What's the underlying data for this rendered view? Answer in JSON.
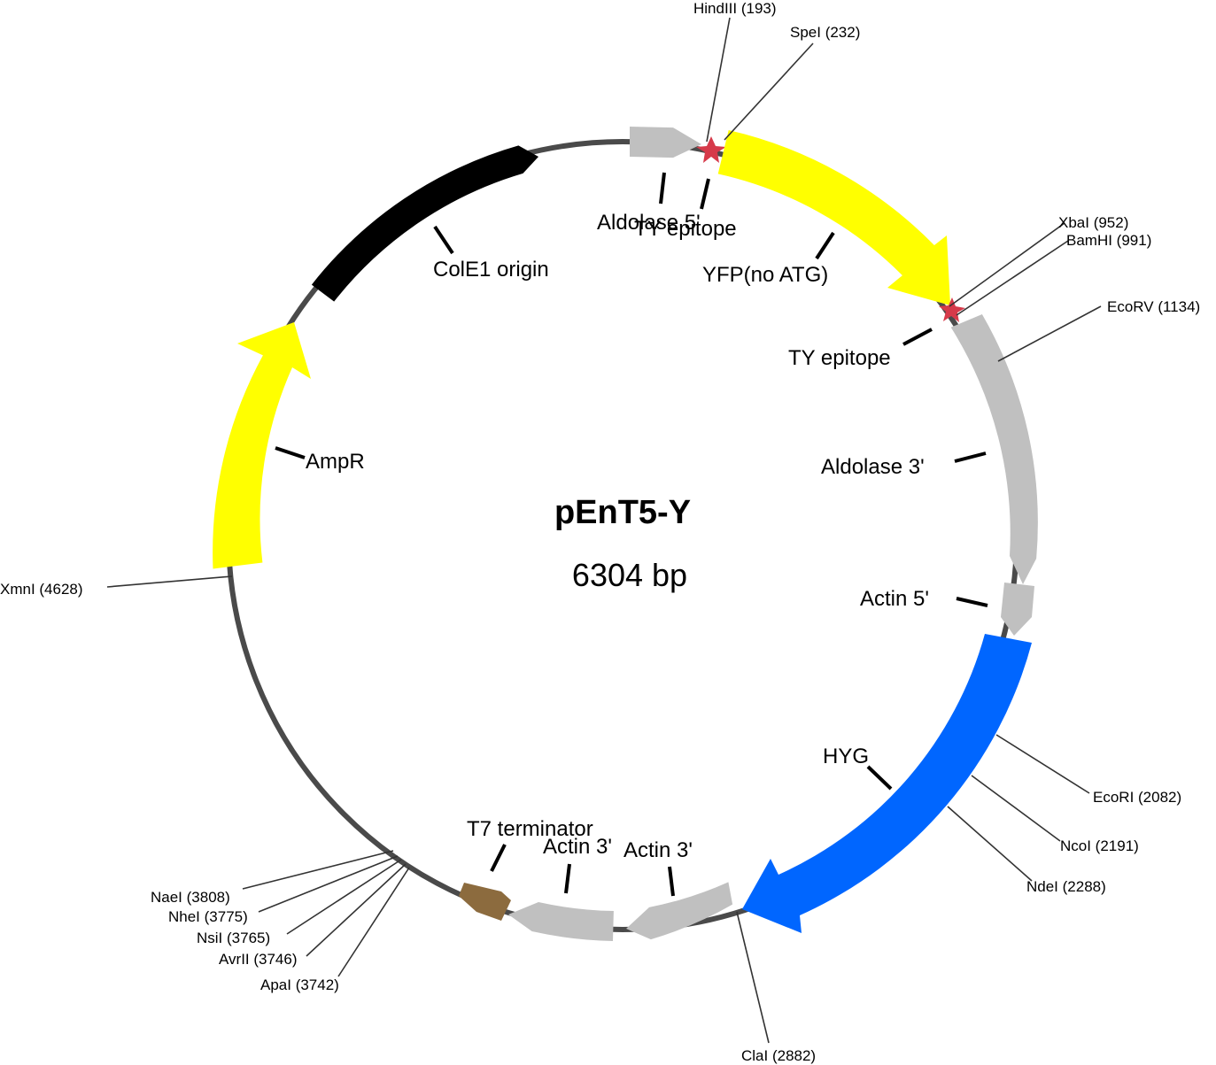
{
  "plasmid": {
    "name": "pEnT5-Y",
    "size_label": "6304 bp"
  },
  "colors": {
    "backbone": "#4a4a4a",
    "yellow": "#ffff00",
    "gray": "#c0c0c0",
    "black": "#000000",
    "blue": "#0066ff",
    "brown": "#8c6b3e",
    "tag": "#d63a4a"
  },
  "features": [
    {
      "id": "colE1",
      "label": "ColE1 origin",
      "color": "black"
    },
    {
      "id": "aldolase5",
      "label": "Aldolase 5'",
      "color": "gray"
    },
    {
      "id": "ty1",
      "label": "TY epitope",
      "color": "tag"
    },
    {
      "id": "yfp",
      "label": "YFP(no ATG)",
      "color": "yellow"
    },
    {
      "id": "ty2",
      "label": "TY epitope",
      "color": "tag"
    },
    {
      "id": "aldolase3",
      "label": "Aldolase 3'",
      "color": "gray"
    },
    {
      "id": "actin5",
      "label": "Actin 5'",
      "color": "gray"
    },
    {
      "id": "hyg",
      "label": "HYG",
      "color": "blue"
    },
    {
      "id": "actin3a",
      "label": "Actin 3'",
      "color": "gray"
    },
    {
      "id": "actin3b",
      "label": "Actin 3'",
      "color": "gray"
    },
    {
      "id": "t7term",
      "label": "T7 terminator",
      "color": "brown"
    },
    {
      "id": "ampR",
      "label": "AmpR",
      "color": "yellow"
    }
  ],
  "sites": [
    {
      "id": "hindiii",
      "label": "HindIII (193)"
    },
    {
      "id": "spei",
      "label": "SpeI (232)"
    },
    {
      "id": "xbai",
      "label": "XbaI (952)"
    },
    {
      "id": "bamhi",
      "label": "BamHI (991)"
    },
    {
      "id": "ecorv",
      "label": "EcoRV (1134)"
    },
    {
      "id": "ecori",
      "label": "EcoRI (2082)"
    },
    {
      "id": "ncoi",
      "label": "NcoI (2191)"
    },
    {
      "id": "ndei",
      "label": "NdeI (2288)"
    },
    {
      "id": "clai",
      "label": "ClaI (2882)"
    },
    {
      "id": "naei",
      "label": "NaeI (3808)"
    },
    {
      "id": "nhei",
      "label": "NheI (3775)"
    },
    {
      "id": "nsii",
      "label": "NsiI (3765)"
    },
    {
      "id": "avrii",
      "label": "AvrII (3746)"
    },
    {
      "id": "apai",
      "label": "ApaI (3742)"
    },
    {
      "id": "xmni",
      "label": "XmnI (4628)"
    }
  ]
}
